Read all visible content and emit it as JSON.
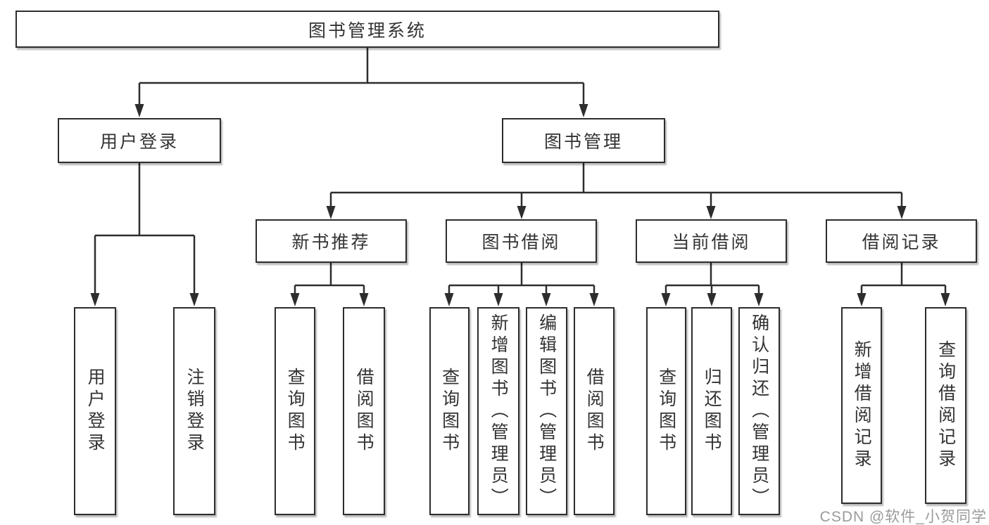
{
  "tree": {
    "label": "图书管理系统",
    "children": [
      {
        "label": "用户登录",
        "children": [
          {
            "label": "用户登录"
          },
          {
            "label": "注销登录"
          }
        ]
      },
      {
        "label": "图书管理",
        "children": [
          {
            "label": "新书推荐",
            "children": [
              {
                "label": "查询图书"
              },
              {
                "label": "借阅图书"
              }
            ]
          },
          {
            "label": "图书借阅",
            "children": [
              {
                "label": "查询图书"
              },
              {
                "label": "新增图书（管理员）"
              },
              {
                "label": "编辑图书（管理员）"
              },
              {
                "label": "借阅图书"
              }
            ]
          },
          {
            "label": "当前借阅",
            "children": [
              {
                "label": "查询图书"
              },
              {
                "label": "归还图书"
              },
              {
                "label": "确认归还（管理员）"
              }
            ]
          },
          {
            "label": "借阅记录",
            "children": [
              {
                "label": "新增借阅记录"
              },
              {
                "label": "查询借阅记录"
              }
            ]
          }
        ]
      }
    ]
  },
  "watermark": {
    "text": "CSDN @软件_小贺同学"
  },
  "colors": {
    "line": "#2d2d2d",
    "box_border": "#2d2d2d",
    "text": "#333333",
    "watermark": "#9a9a9a",
    "background": "#ffffff"
  }
}
